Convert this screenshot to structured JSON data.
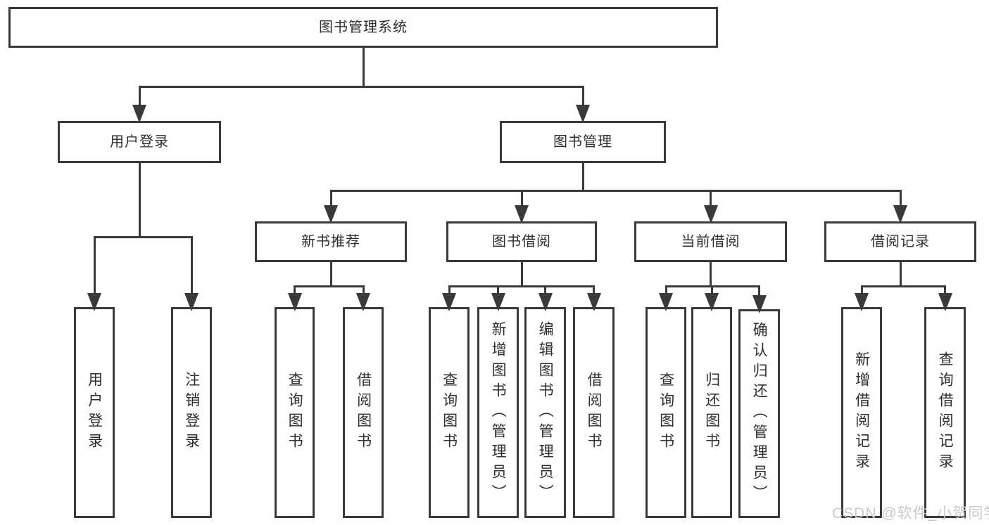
{
  "diagram": {
    "tree": {
      "id": "root",
      "label": "图书管理系统",
      "children": [
        {
          "id": "user-login",
          "label": "用户登录",
          "children": [
            {
              "id": "user-login-action",
              "label": "用户登录"
            },
            {
              "id": "logout-action",
              "label": "注销登录"
            }
          ]
        },
        {
          "id": "book-mgmt",
          "label": "图书管理",
          "children": [
            {
              "id": "new-book-rec",
              "label": "新书推荐",
              "children": [
                {
                  "id": "nbr-query",
                  "label": "查询图书"
                },
                {
                  "id": "nbr-borrow",
                  "label": "借阅图书"
                }
              ]
            },
            {
              "id": "book-borrow",
              "label": "图书借阅",
              "children": [
                {
                  "id": "bb-query",
                  "label": "查询图书"
                },
                {
                  "id": "bb-add",
                  "label": "新增图书（管理员）"
                },
                {
                  "id": "bb-edit",
                  "label": "编辑图书（管理员）"
                },
                {
                  "id": "bb-lend",
                  "label": "借阅图书"
                }
              ]
            },
            {
              "id": "current-borrow",
              "label": "当前借阅",
              "children": [
                {
                  "id": "cb-query",
                  "label": "查询图书"
                },
                {
                  "id": "cb-return",
                  "label": "归还图书"
                },
                {
                  "id": "cb-confirm",
                  "label": "确认归还（管理员）"
                }
              ]
            },
            {
              "id": "borrow-records",
              "label": "借阅记录",
              "children": [
                {
                  "id": "br-add",
                  "label": "新增借阅记录"
                },
                {
                  "id": "br-query",
                  "label": "查询借阅记录"
                }
              ]
            }
          ]
        }
      ]
    }
  },
  "watermark": {
    "text": "CSDN @软件_小贺同学"
  },
  "colors": {
    "line": "#3a3a3a",
    "box_border": "#3a3a3a",
    "text": "#2e2e2e",
    "background": "#ffffff",
    "watermark": "#c9c9c9"
  }
}
